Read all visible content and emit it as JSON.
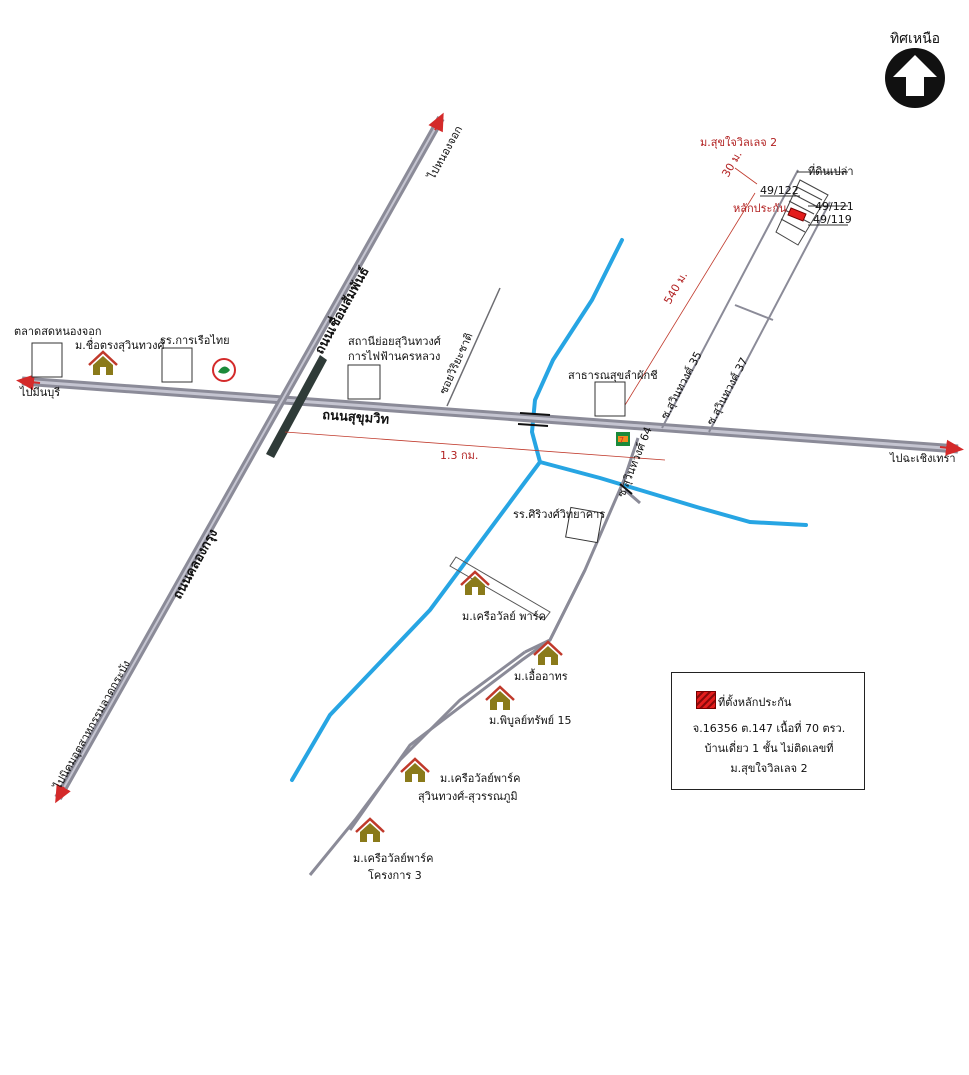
{
  "north_label": "ทิศเหนือ",
  "project_title": "ม.สุขใจวิลเลจ 2",
  "roads": {
    "sukhumvit": "ถนนสุขุมวิท",
    "to_minburi": "ไปมีนบุรี",
    "to_chachoengsao": "ไปฉะเชิงเทรา",
    "to_nongchok": "ไปหนองจอก",
    "to_bangplee": "ไปนิคมอุตสาหกรรมลาดกระบัง",
    "chueam_sam_phan": "ถนนเชื่อมสัมพันธ์",
    "khlong_krung": "ถนนคลองกรุง",
    "soi_35": "ซ.สุวินทวงศ์ 35",
    "soi_37": "ซ.สุวินทวงศ์ 37",
    "soi_64": "ซ.สุวินทวงศ์ 64",
    "soi_wiriya": "ซอยวิริยะชาติ"
  },
  "places": {
    "market": "ตลาดสดหนองจอก",
    "moo_chuetrong": "ม.ชื่อตรงสุวินทวงศ์",
    "school_ruea": "รร.การเรือไทย",
    "substation_1": "สถานีย่อยสุวินทวงศ์",
    "substation_2": "การไฟฟ้านครหลวง",
    "health": "สาธารณสุขลำผักชี",
    "school_siri": "รร.ศิริวงศ์วิทยาคาร",
    "kriewat_park": "ม.เครือวัลย์ พาร์ค",
    "ue_arthorn": "ม.เอื้ออาทร",
    "piboon": "ม.พิบูลย์ทรัพย์ 15",
    "kriewat_suvarnabhumi_1": "ม.เครือวัลย์พาร์ค",
    "kriewat_suvarnabhumi_2": "สุวินทวงศ์-สุวรรณภูมิ",
    "kriewat_3_1": "ม.เครือวัลย์พาร์ค",
    "kriewat_3_2": "โครงการ 3",
    "vacant": "ที่ดินเปล่า",
    "collateral": "หลักประกัน",
    "plot_122": "49/122",
    "plot_121": "49/121",
    "plot_119": "49/119"
  },
  "distances": {
    "d_30": "30 ม.",
    "d_540": "540 ม.",
    "d_13": "1.3 กม."
  },
  "legend": {
    "title": "ที่ตั้งหลักประกัน",
    "line1": "จ.16356 ต.147 เนื้อที่ 70 ตรว.",
    "line2": "บ้านเดี่ยว 1 ชั้น ไม่ติดเลขที่",
    "line3": "ม.สุขใจวิลเลจ 2"
  },
  "colors": {
    "road": "#9a9aa6",
    "canal": "#27a5e3",
    "arrow": "#d42a2a",
    "house": "#8a7a1a",
    "roof": "#c0392b",
    "marker": "#e41d1d"
  }
}
